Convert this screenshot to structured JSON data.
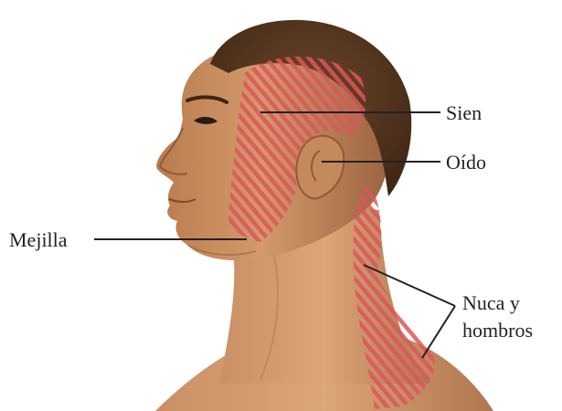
{
  "labels": {
    "temple": "Sien",
    "ear": "Oído",
    "cheek": "Mejilla",
    "nape_line1": "Nuca y",
    "nape_line2": "hombros"
  },
  "colors": {
    "background": "#ffffff",
    "skin_base": "#c58a5c",
    "skin_shadow": "#9a6440",
    "hair": "#5a3a22",
    "pain_stripe": "#e0545a",
    "leader_line": "#222222",
    "label_text": "#222222"
  }
}
